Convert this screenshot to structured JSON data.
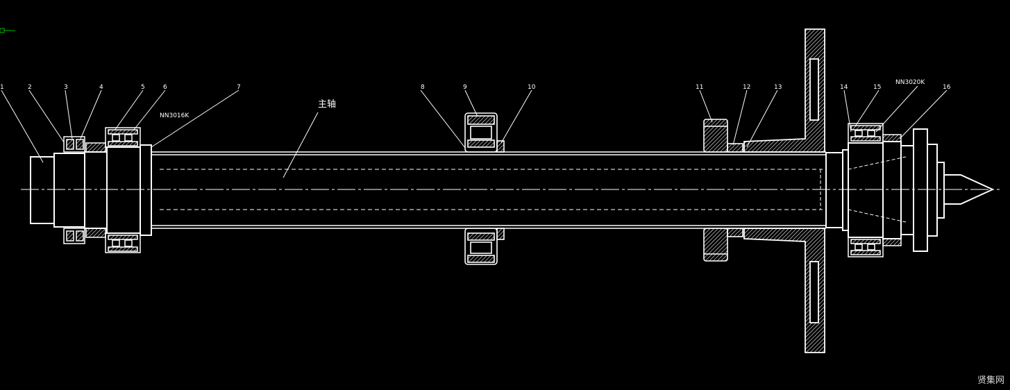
{
  "drawing": {
    "part_name": "主轴",
    "bearing_left": "NN3016K",
    "bearing_right": "NN3020K",
    "callouts": [
      "1",
      "2",
      "3",
      "4",
      "5",
      "6",
      "7",
      "8",
      "9",
      "10",
      "11",
      "12",
      "13",
      "14",
      "15",
      "16"
    ]
  },
  "watermark": "贤集网",
  "colors": {
    "background": "#000000",
    "lines": "#ffffff",
    "ucs": "#00c000"
  }
}
